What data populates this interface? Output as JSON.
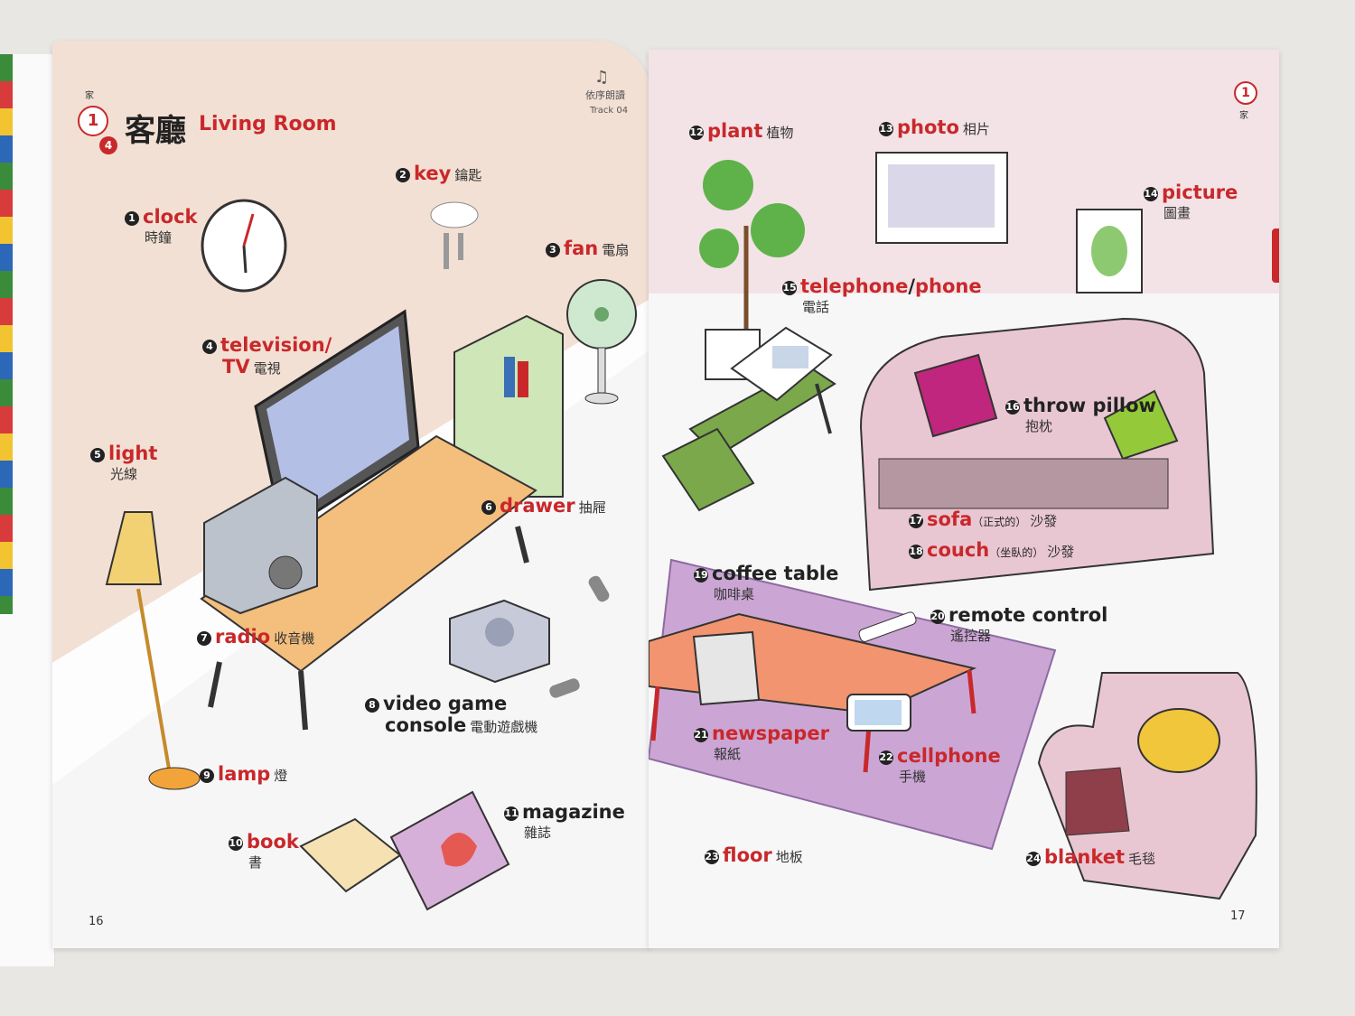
{
  "left_page": {
    "chapter_label": "家",
    "chapter_number": "1",
    "section_number": "4",
    "title_zh": "客廳",
    "title_en": "Living Room",
    "audio_label_zh": "依序朗讀",
    "track": "Track 04",
    "page_number": "16"
  },
  "right_page": {
    "chapter_number": "1",
    "chapter_label": "家",
    "page_number": "17"
  },
  "items": [
    {
      "num": "1",
      "en": "clock",
      "zh": "時鐘"
    },
    {
      "num": "2",
      "en": "key",
      "zh": "鑰匙"
    },
    {
      "num": "3",
      "en": "fan",
      "zh": "電扇"
    },
    {
      "num": "4",
      "en": "television/",
      "en2": "TV",
      "zh": "電視"
    },
    {
      "num": "5",
      "en": "light",
      "zh": "光線"
    },
    {
      "num": "6",
      "en": "drawer",
      "zh": "抽屜"
    },
    {
      "num": "7",
      "en": "radio",
      "zh": "收音機"
    },
    {
      "num": "8",
      "en": "video game",
      "en2": "console",
      "zh": "電動遊戲機"
    },
    {
      "num": "9",
      "en": "lamp",
      "zh": "燈"
    },
    {
      "num": "10",
      "en": "book",
      "zh": "書"
    },
    {
      "num": "11",
      "en": "magazine",
      "zh": "雜誌"
    },
    {
      "num": "12",
      "en": "plant",
      "zh": "植物"
    },
    {
      "num": "13",
      "en": "photo",
      "zh": "相片"
    },
    {
      "num": "14",
      "en": "picture",
      "zh": "圖畫"
    },
    {
      "num": "15",
      "en": "telephone",
      "sep": "/",
      "en2": "phone",
      "zh": "電話"
    },
    {
      "num": "16",
      "en": "throw pillow",
      "zh": "抱枕"
    },
    {
      "num": "17",
      "en": "sofa",
      "note": "（正式的）",
      "zh": "沙發"
    },
    {
      "num": "18",
      "en": "couch",
      "note": "（坐臥的）",
      "zh": "沙發"
    },
    {
      "num": "19",
      "en": "coffee table",
      "zh": "咖啡桌"
    },
    {
      "num": "20",
      "en": "remote control",
      "zh": "遙控器"
    },
    {
      "num": "21",
      "en": "newspaper",
      "zh": "報紙"
    },
    {
      "num": "22",
      "en": "cellphone",
      "zh": "手機"
    },
    {
      "num": "23",
      "en": "floor",
      "zh": "地板"
    },
    {
      "num": "24",
      "en": "blanket",
      "zh": "毛毯"
    }
  ],
  "colors": {
    "accent_red": "#c9282b",
    "wall_left": "#f3e0d4",
    "wall_right": "#f3e3e6"
  }
}
